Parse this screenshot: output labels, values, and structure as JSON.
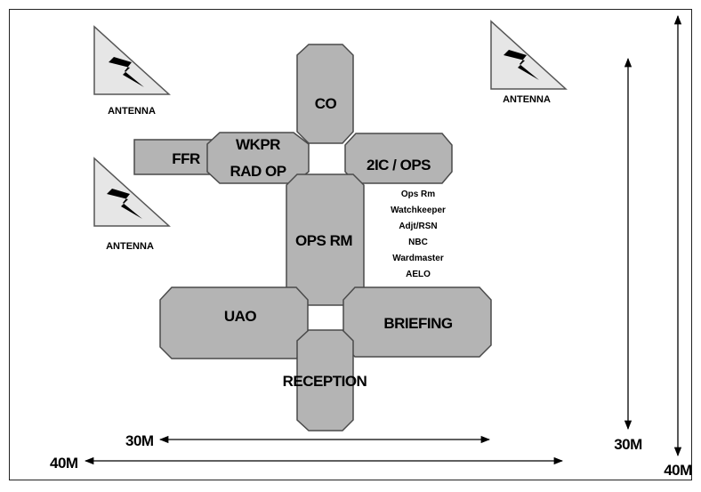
{
  "rooms": {
    "co": "CO",
    "wkpr_line1": "WKPR",
    "wkpr_line2": "RAD OP",
    "ffr": "FFR",
    "ic_ops": "2IC / OPS",
    "ops_rm": "OPS RM",
    "uao": "UAO",
    "briefing": "BRIEFING",
    "reception": "RECEPTION"
  },
  "antennas": [
    "ANTENNA",
    "ANTENNA",
    "ANTENNA"
  ],
  "ops_rm_staff": [
    "Ops Rm",
    "Watchkeeper",
    "Adjt/RSN",
    "NBC",
    "Wardmaster",
    "AELO"
  ],
  "dimensions": {
    "inner_width": "30M",
    "outer_width": "40M",
    "inner_height": "30M",
    "outer_height": "40M"
  },
  "colors": {
    "room_fill": "#b4b4b4",
    "room_stroke": "#4a4a4a",
    "antenna_fill": "#e6e6e6"
  }
}
